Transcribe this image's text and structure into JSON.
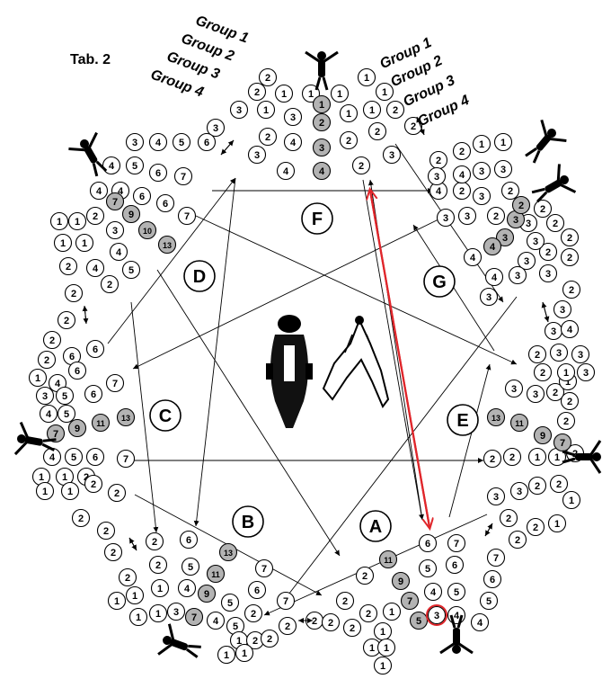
{
  "tab_label": "Tab. 2",
  "group_labels_left": [
    "Group 1",
    "Group 2",
    "Group 3",
    "Group 4"
  ],
  "group_labels_right": [
    "Group 1",
    "Group 2",
    "Group 3",
    "Group 4"
  ],
  "stations": [
    {
      "id": "F"
    },
    {
      "id": "G"
    },
    {
      "id": "E"
    },
    {
      "id": "A"
    },
    {
      "id": "B"
    },
    {
      "id": "C"
    },
    {
      "id": "D"
    }
  ],
  "colors": {
    "circle_fill": "#ffffff",
    "highlight_fill": "#b3b3b3",
    "stroke": "#000000",
    "accent": "#e0262b"
  }
}
